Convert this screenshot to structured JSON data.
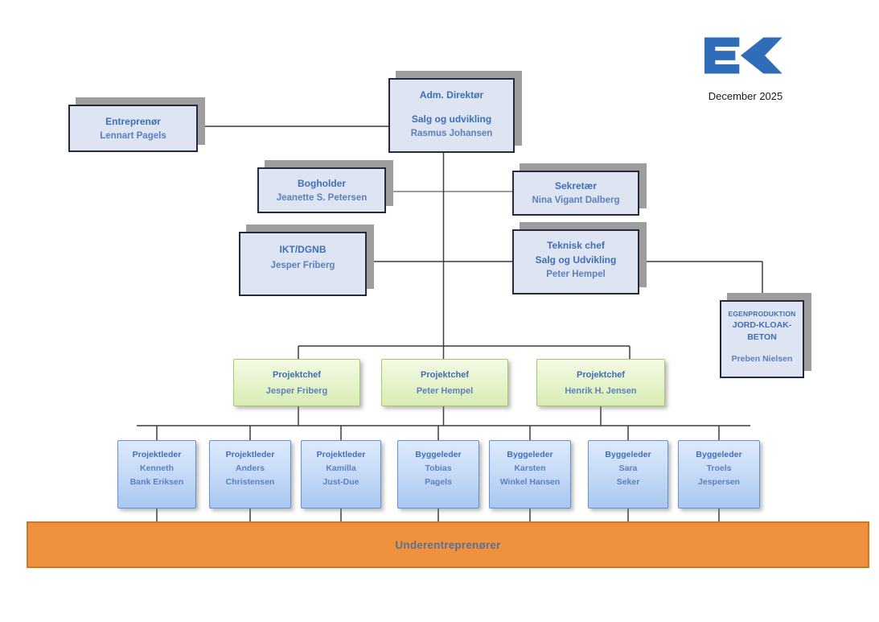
{
  "meta": {
    "logo_text": "EK",
    "date_label": "December 2025"
  },
  "colors": {
    "logo_blue": "#2f6db8",
    "node_fill": "#dee4f1",
    "node_text_blue": "#3f6fb5",
    "green_fill": "#e6f3cb",
    "leaf_fill": "#c3d8f6",
    "orange": "#f0913e",
    "shadow_gray": "#9d9d9d"
  },
  "nodes": {
    "adm": {
      "title": "Adm. Direktør",
      "dept": "Salg og udvikling",
      "name": "Rasmus Johansen"
    },
    "entreprenor": {
      "title": "Entreprenør",
      "name": "Lennart Pagels"
    },
    "bogholder": {
      "title": "Bogholder",
      "name": "Jeanette S. Petersen"
    },
    "sekretaer": {
      "title": "Sekretær",
      "name": "Nina Vigant Dalberg"
    },
    "ikt": {
      "title": "IKT/DGNB",
      "name": "Jesper Friberg"
    },
    "teknisk": {
      "title": "Teknisk chef",
      "dept": "Salg og Udvikling",
      "name": "Peter Hempel"
    },
    "egenproduktion": {
      "line1": "EGENPRODUKTION",
      "line2": "JORD-KLOAK-",
      "line3": "BETON",
      "name": "Preben Nielsen"
    },
    "projektchef1": {
      "title": "Projektchef",
      "name": "Jesper Friberg"
    },
    "projektchef2": {
      "title": "Projektchef",
      "name": "Peter Hempel"
    },
    "projektchef3": {
      "title": "Projektchef",
      "name": "Henrik H. Jensen"
    },
    "leaf1": {
      "title": "Projektleder",
      "line1": "Kenneth",
      "line2": "Bank Eriksen"
    },
    "leaf2": {
      "title": "Projektleder",
      "line1": "Anders",
      "line2": "Christensen"
    },
    "leaf3": {
      "title": "Projektleder",
      "line1": "Kamilla",
      "line2": "Just-Due"
    },
    "leaf4": {
      "title": "Byggeleder",
      "line1": "Tobias",
      "line2": "Pagels"
    },
    "leaf5": {
      "title": "Byggeleder",
      "line1": "Karsten",
      "line2": "Winkel Hansen"
    },
    "leaf6": {
      "title": "Byggeleder",
      "line1": "Sara",
      "line2": "Seker"
    },
    "leaf7": {
      "title": "Byggeleder",
      "line1": "Troels",
      "line2": "Jespersen"
    }
  },
  "footer": {
    "label": "Underentreprenører"
  }
}
